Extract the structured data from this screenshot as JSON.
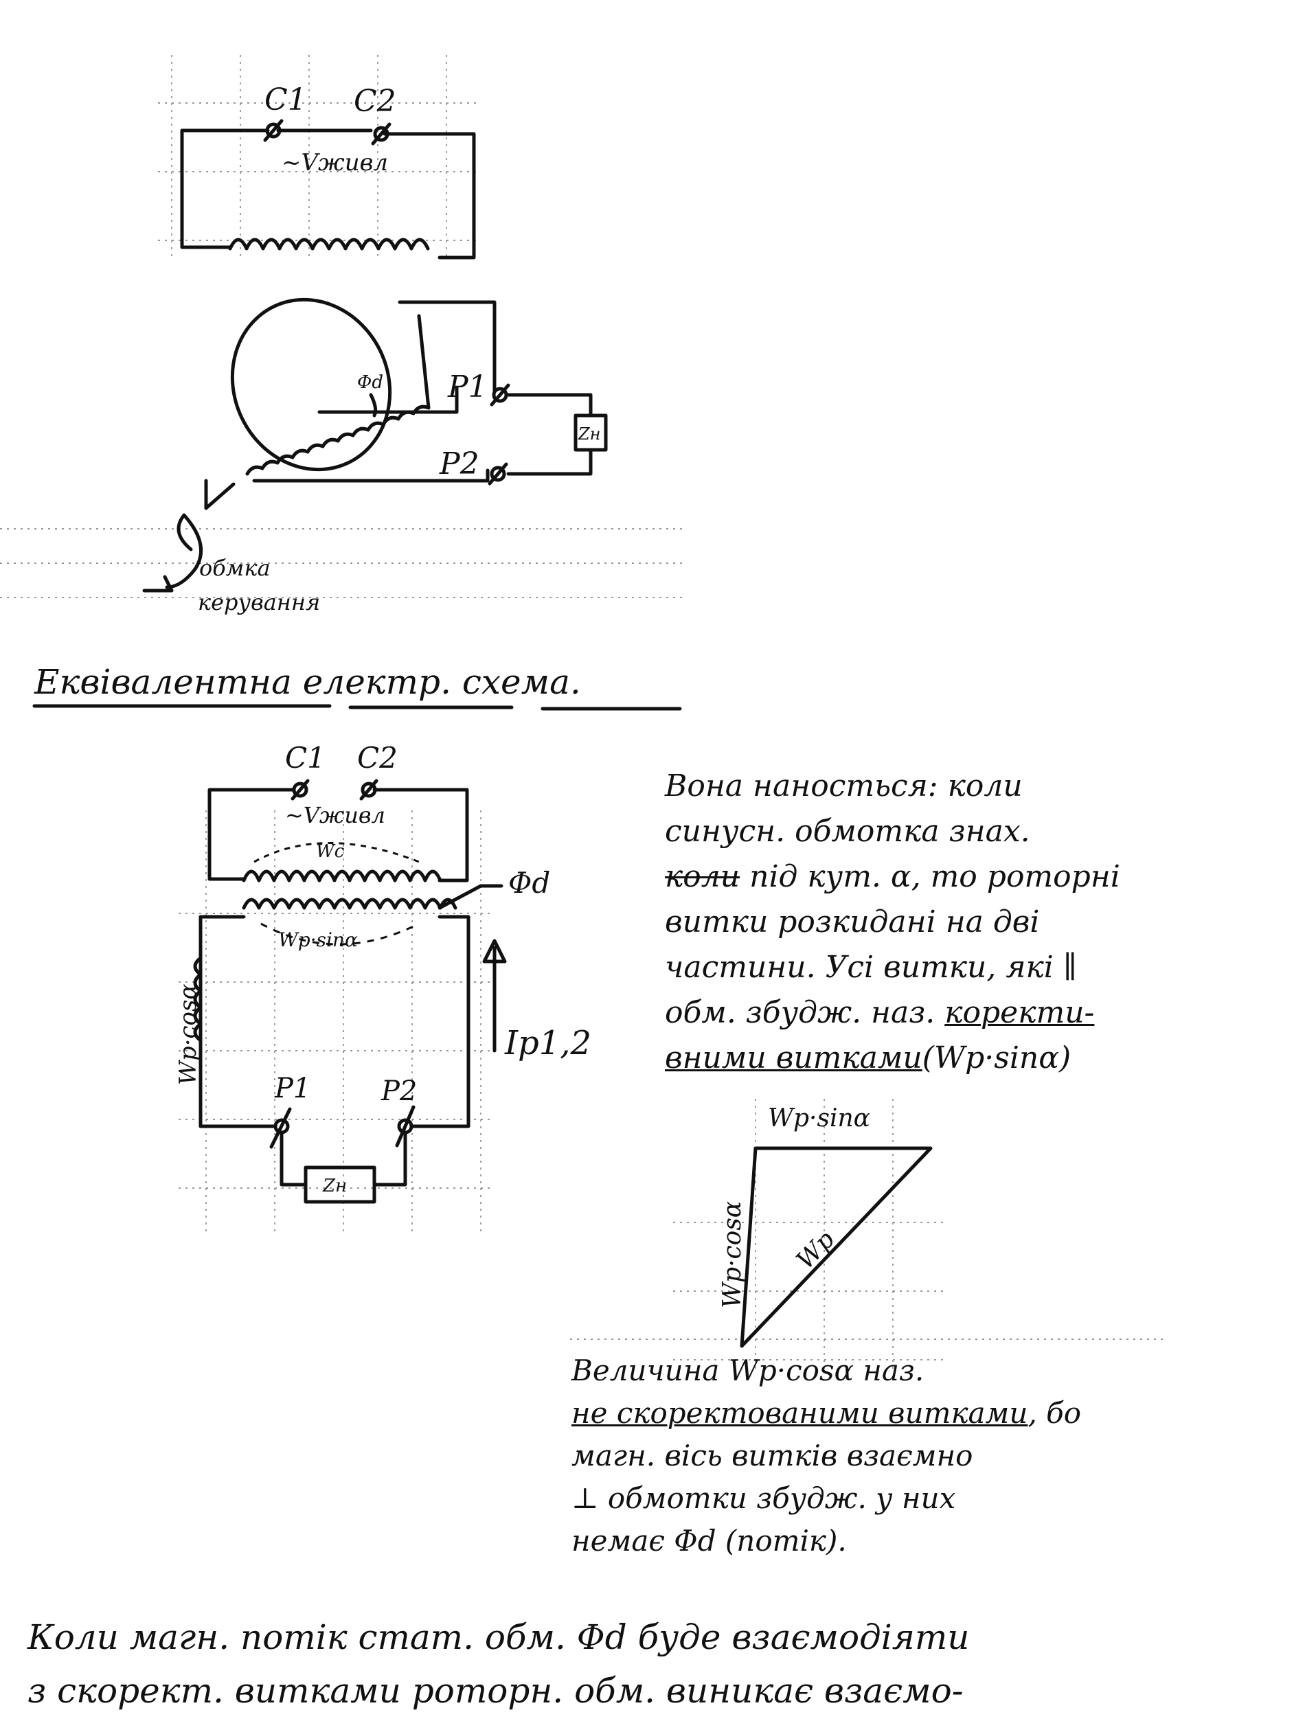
{
  "diagram1": {
    "terminal_c1": "C1",
    "terminal_c2": "C2",
    "supply_label": "~Vживл"
  },
  "diagram2": {
    "terminal_p1": "P1",
    "terminal_p2": "P2",
    "angle_label": "Φd",
    "load_label": "Zн",
    "control_label_1": "обмка",
    "control_label_2": "керування"
  },
  "heading": "Еквівалентна електр. схема.",
  "diagram3": {
    "terminal_c1": "C1",
    "terminal_c2": "C2",
    "supply_label": "~Vживл",
    "winding_label": "Wc",
    "flux_label": "Φd",
    "rotor_sin_label": "Wp·sinα",
    "rotor_cos_label": "Wp·cosα",
    "current_label": "Ip1,2",
    "terminal_p1": "P1",
    "terminal_p2": "P2",
    "load_label": "Zн"
  },
  "triangle": {
    "top_label": "Wp·sinα",
    "left_label": "Wp·cosα",
    "hyp_label": "Wp"
  },
  "note1": {
    "line1": "Вона наносться: коли",
    "line2": "синусн. обмотка знах.",
    "line3_strike": "коли",
    "line3_rest": " під кут. α, то роторні",
    "line4": "витки розкидані на дві",
    "line5": "частини. Усі витки, які ∥",
    "line6_pre": "обм. збудж. наз. ",
    "line6_u": "коректи-",
    "line7_u": "вними витками",
    "line7_rest": "(Wp·sinα)"
  },
  "note2": {
    "line1": "Величина Wp·cosα наз.",
    "line2_u": "не скоректованими витками",
    "line2_rest": ", бо",
    "line3": "магн. вісь витків взаємно",
    "line4": "⊥ обмотки збудж. у них",
    "line5": "немає Φd (потік)."
  },
  "bottom": {
    "line1": "Коли магн. потік стат. обм. Φd буде взаємодіяти",
    "line2": "з скорект. витками роторн. обм. виникає взаємо-"
  }
}
